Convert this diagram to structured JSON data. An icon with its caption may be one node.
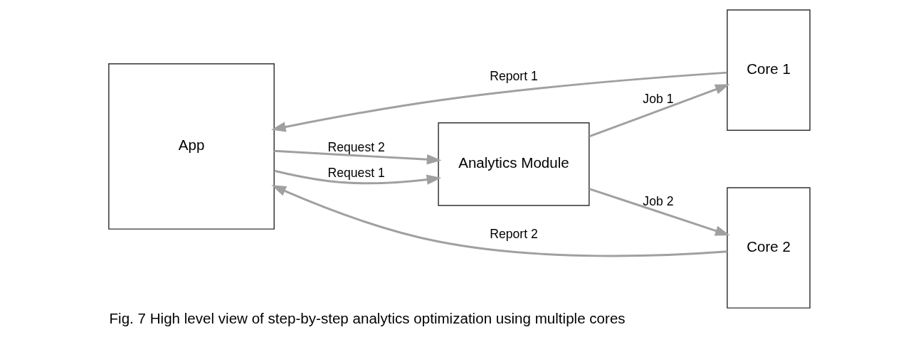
{
  "diagram": {
    "caption": "Fig. 7 High level view of step-by-step analytics optimization using multiple cores",
    "nodes": [
      {
        "text": [
          "App"
        ]
      },
      {
        "text": [
          "Analytics Module"
        ]
      },
      {
        "text": [
          "Core 1"
        ]
      },
      {
        "text": [
          "Core 2"
        ]
      }
    ],
    "edges": [
      {
        "from": 0,
        "to": 1,
        "arrow": "to",
        "label": "Request 1"
      },
      {
        "from": 0,
        "to": 1,
        "arrow": "to",
        "label": "Request 2"
      },
      {
        "from": 1,
        "to": 2,
        "arrow": "to",
        "label": "Job 1"
      },
      {
        "from": 1,
        "to": 3,
        "arrow": "to",
        "label": "Job 2"
      },
      {
        "from": 2,
        "to": 0,
        "arrow": "to",
        "label": "Report 1"
      },
      {
        "from": 3,
        "to": 0,
        "arrow": "to",
        "label": "Report 2"
      }
    ]
  }
}
